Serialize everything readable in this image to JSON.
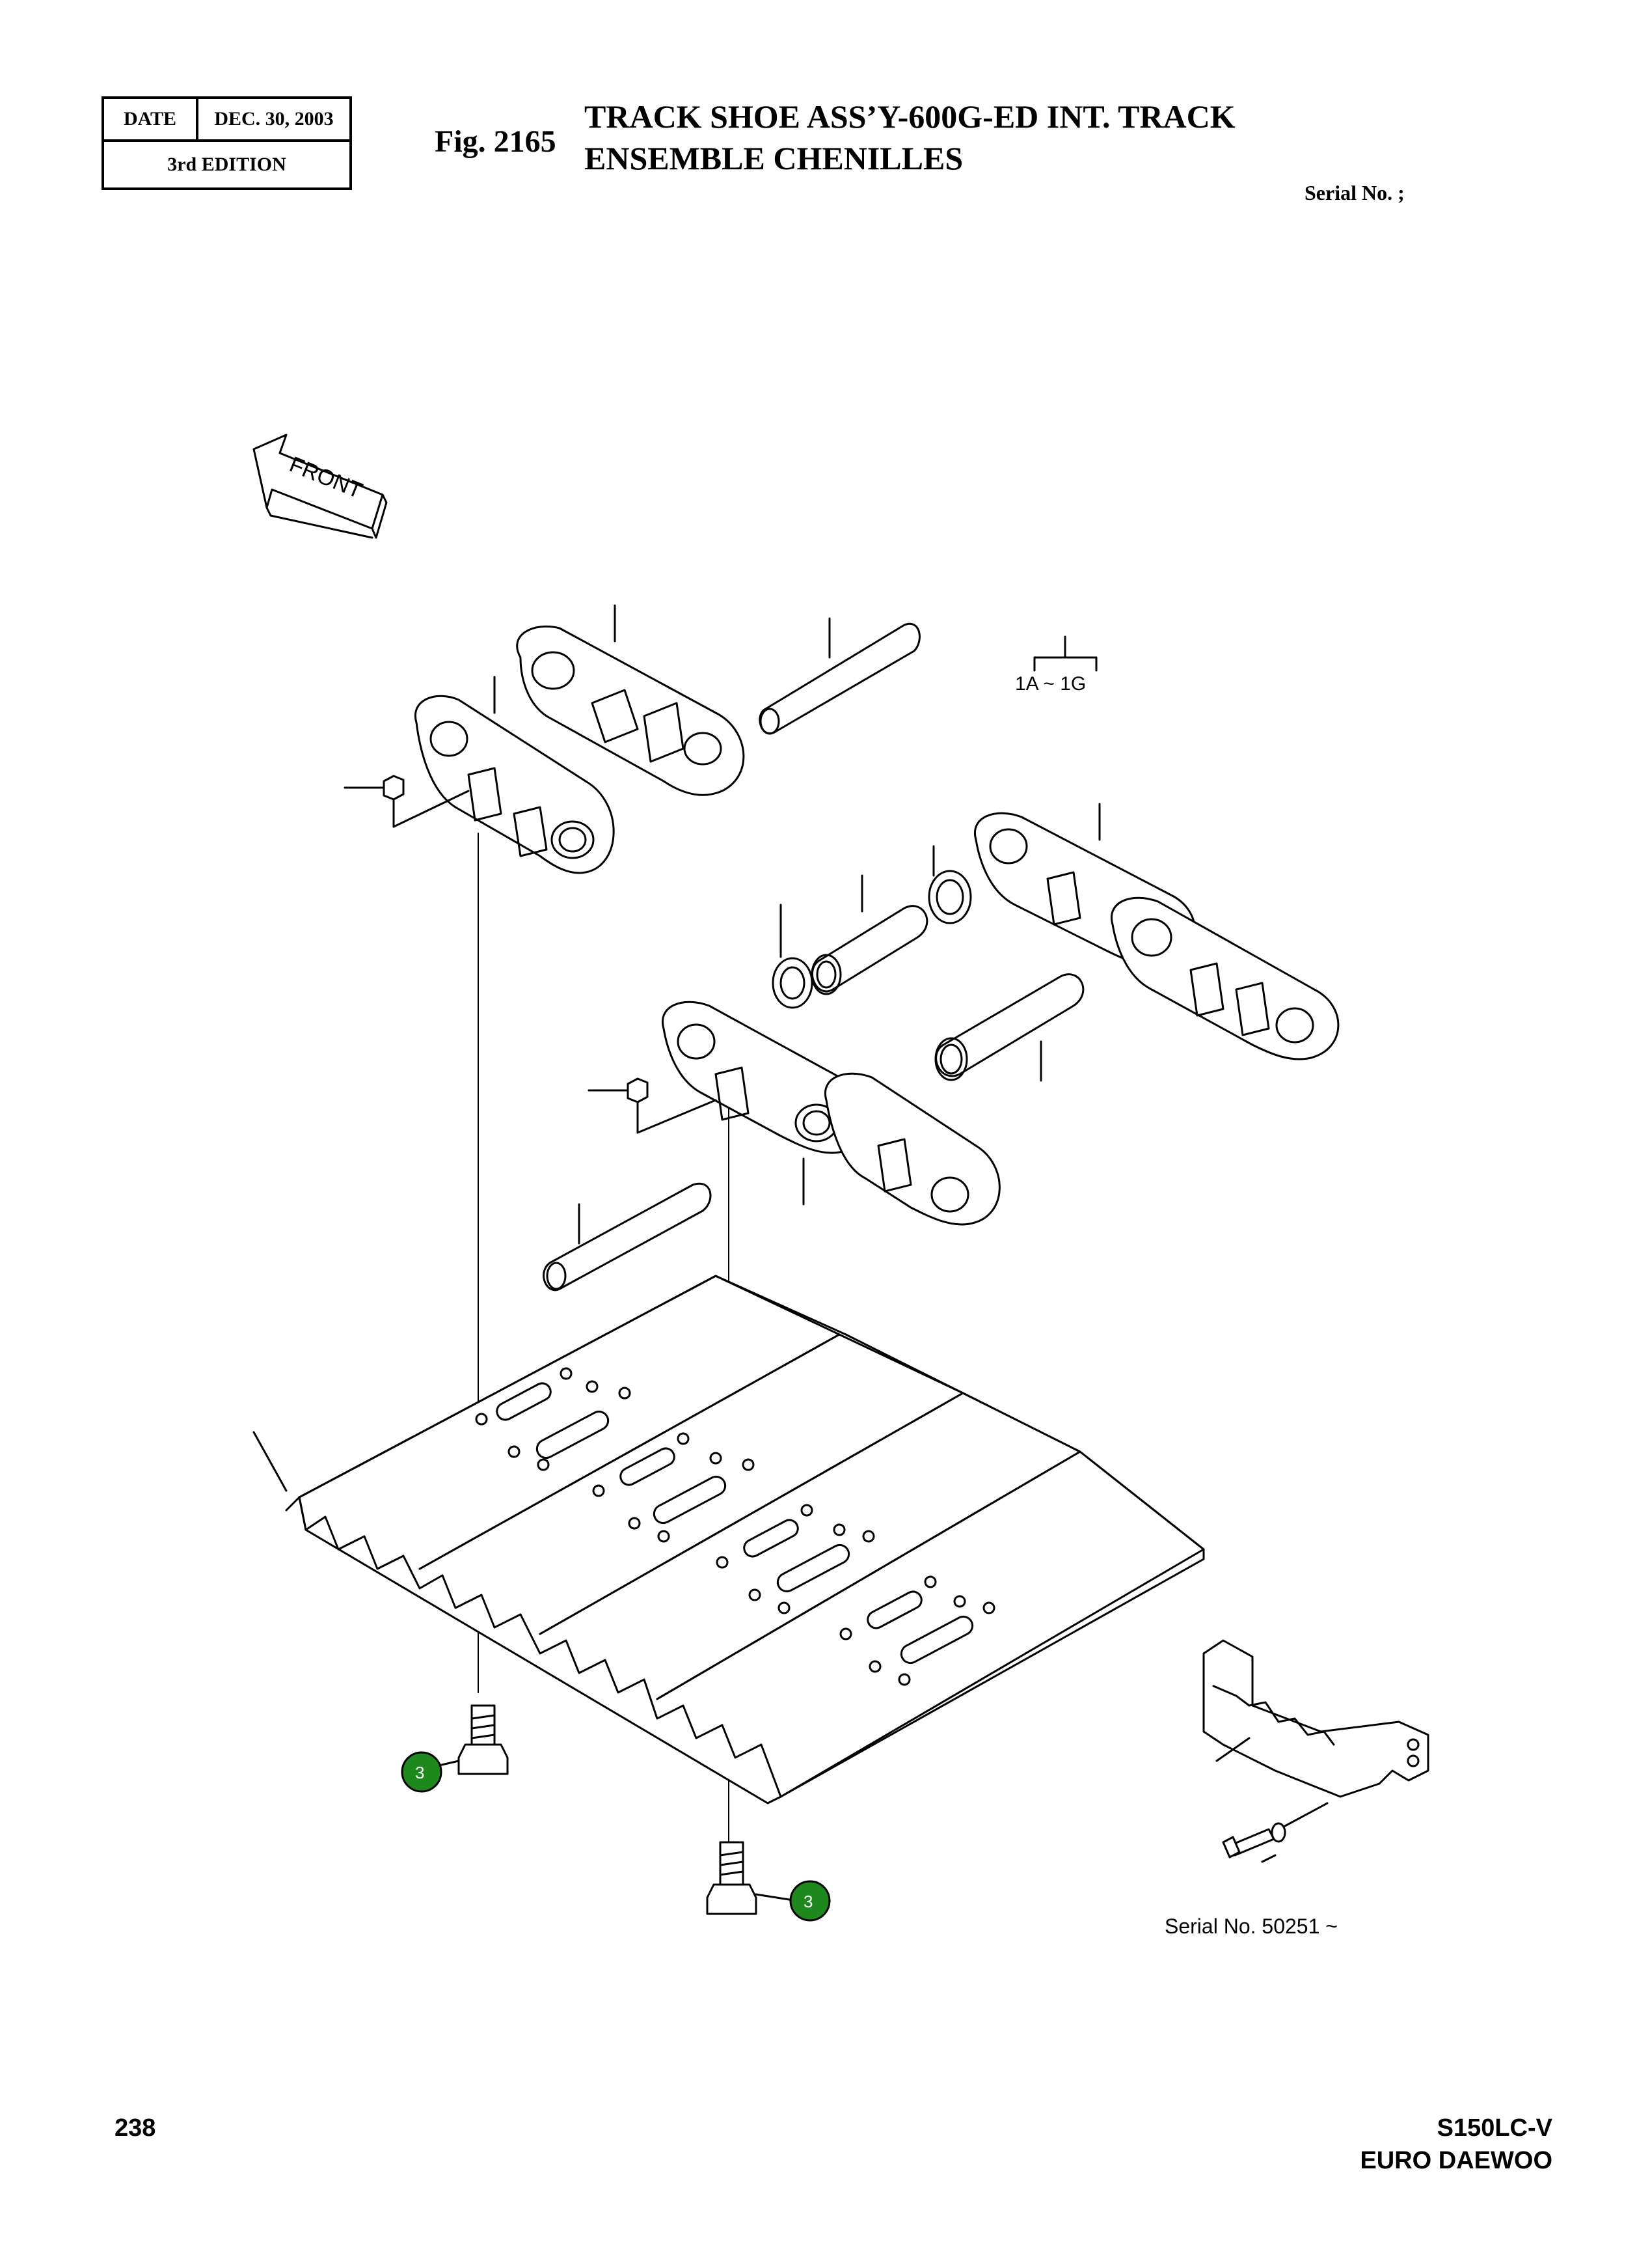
{
  "header": {
    "date_label": "DATE",
    "date_value": "DEC. 30, 2003",
    "edition": "3rd  EDITION",
    "fig_number": "Fig. 2165",
    "title_line_1": "TRACK SHOE ASS’Y-600G-ED INT. TRACK",
    "title_line_2": "ENSEMBLE CHENILLES",
    "serial": "Serial No. ;"
  },
  "diagram": {
    "front_label": "FRONT",
    "group_label": "1A  ~ 1G",
    "callouts": [
      {
        "label": "3",
        "color": "#1e8a1e"
      },
      {
        "label": "3",
        "color": "#1e8a1e"
      }
    ],
    "serial_note": "Serial No. 50251 ~"
  },
  "footer": {
    "page_number": "238",
    "model": "S150LC-V",
    "maker": "EURO DAEWOO"
  }
}
